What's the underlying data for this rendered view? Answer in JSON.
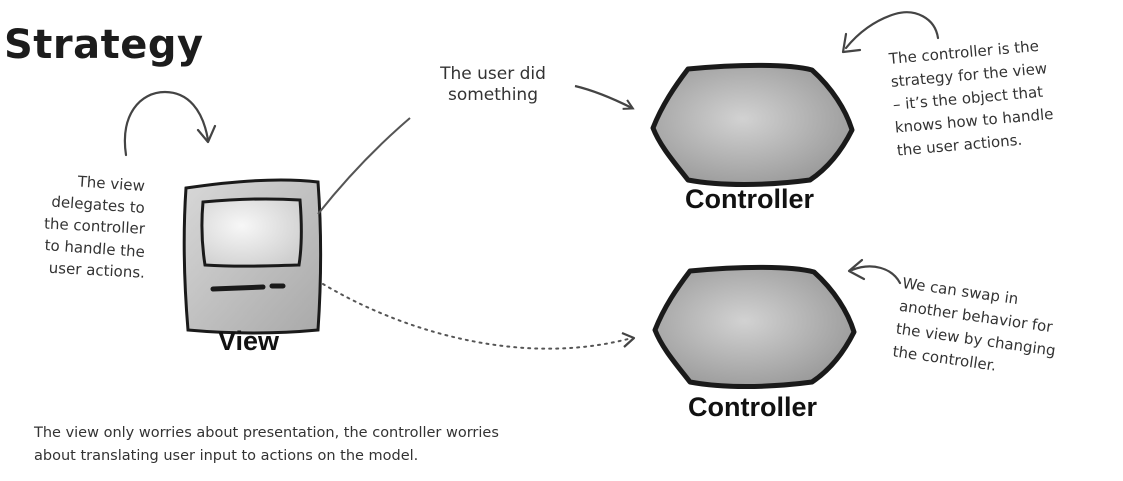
{
  "title": "Strategy",
  "bubble_text": [
    "The user did",
    "something"
  ],
  "view_note": [
    "The view",
    "delegates to",
    "the controller",
    "to handle the",
    "user actions."
  ],
  "controller_note_1": [
    "The controller is the",
    "strategy for the view",
    "– it’s the object that",
    "knows how to handle",
    "the user actions."
  ],
  "controller_note_2": [
    "We can swap in",
    "another behavior for",
    "the view by changing",
    "the controller."
  ],
  "bottom_note": [
    "The view only worries about presentation, the controller worries",
    "about translating user input to actions on the model."
  ],
  "labels": {
    "view": "View",
    "controller_top": "Controller",
    "controller_bottom": "Controller"
  },
  "colors": {
    "hexagon_fill": "#b9b9b9",
    "hexagon_stroke": "#1a1a1a",
    "view_body": "#c9c9c9",
    "screen": "#eeeeee",
    "ink": "#333333"
  }
}
